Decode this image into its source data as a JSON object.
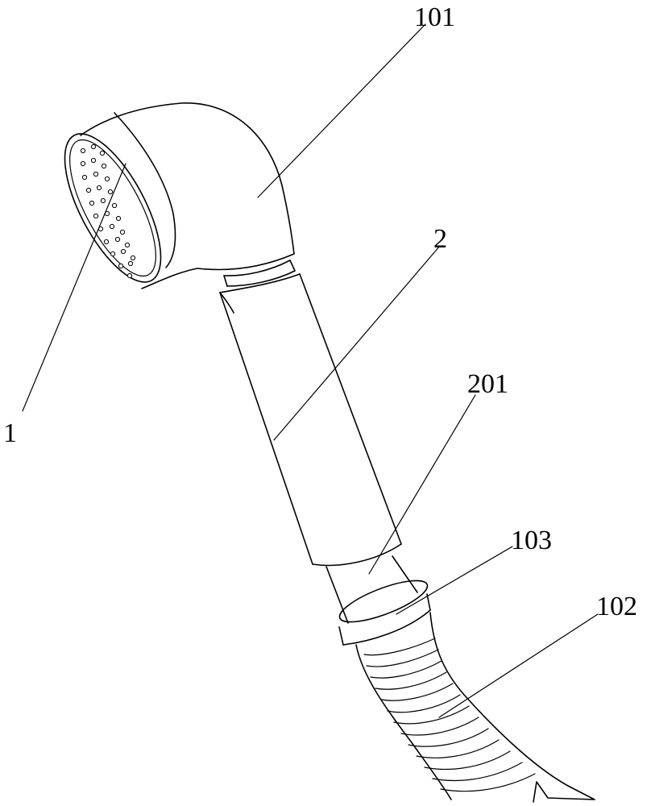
{
  "labels": {
    "showerhead": "1",
    "head_shell": "101",
    "hose": "102",
    "hose_collar": "103",
    "handle": "2",
    "handle_neck": "201"
  }
}
